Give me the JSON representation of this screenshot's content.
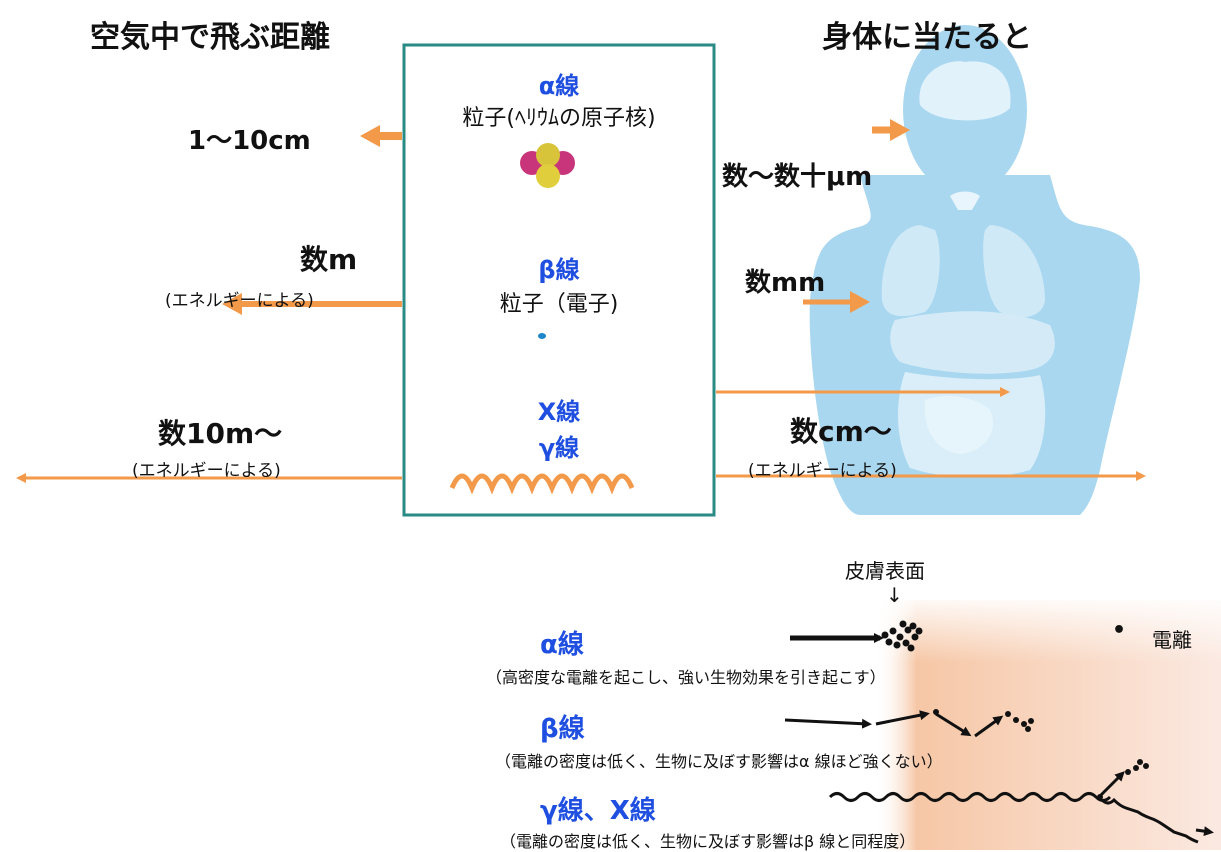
{
  "left_heading": "空気中で飛ぶ距離",
  "right_heading": "身体に当たると",
  "center_box": {
    "alpha_label": "α線",
    "alpha_desc": "粒子(ﾍﾘｳﾑの原子核)",
    "beta_label": "β線",
    "beta_desc": "粒子（電子)",
    "x_label": "X線",
    "gamma_label": "γ線"
  },
  "air_range": {
    "alpha": "1〜10cm",
    "beta": "数m",
    "beta_note": "(エネルギーによる)",
    "gamma": "数10m〜",
    "gamma_note": "(エネルギーによる)"
  },
  "body_range": {
    "alpha": "数〜数十μm",
    "beta": "数mm",
    "gamma": "数cm〜",
    "gamma_note": "(エネルギーによる)"
  },
  "ionization": {
    "skin_label": "皮膚表面",
    "skin_arrow": "↓",
    "legend_dot": "•",
    "legend_label": "電離",
    "alpha_label": "α線",
    "alpha_note": "（高密度な電離を起こし、強い生物効果を引き起こす）",
    "beta_label": "β線",
    "beta_note": "（電離の密度は低く、生物に及ぼす影響はα 線ほど強くない）",
    "gamma_label": "γ線、X線",
    "gamma_note": "（電離の密度は低く、生物に及ぼす影響はβ 線と同程度）"
  },
  "colors": {
    "arrow": "#f39a4a",
    "box_border": "#2a8a84",
    "label_blue": "#1f4fe0",
    "body": "#a9d7f0",
    "organ": "#d9eef8",
    "skin_gradient_start": "#f6c7a6",
    "skin_gradient_end": "#fbe9e1"
  }
}
